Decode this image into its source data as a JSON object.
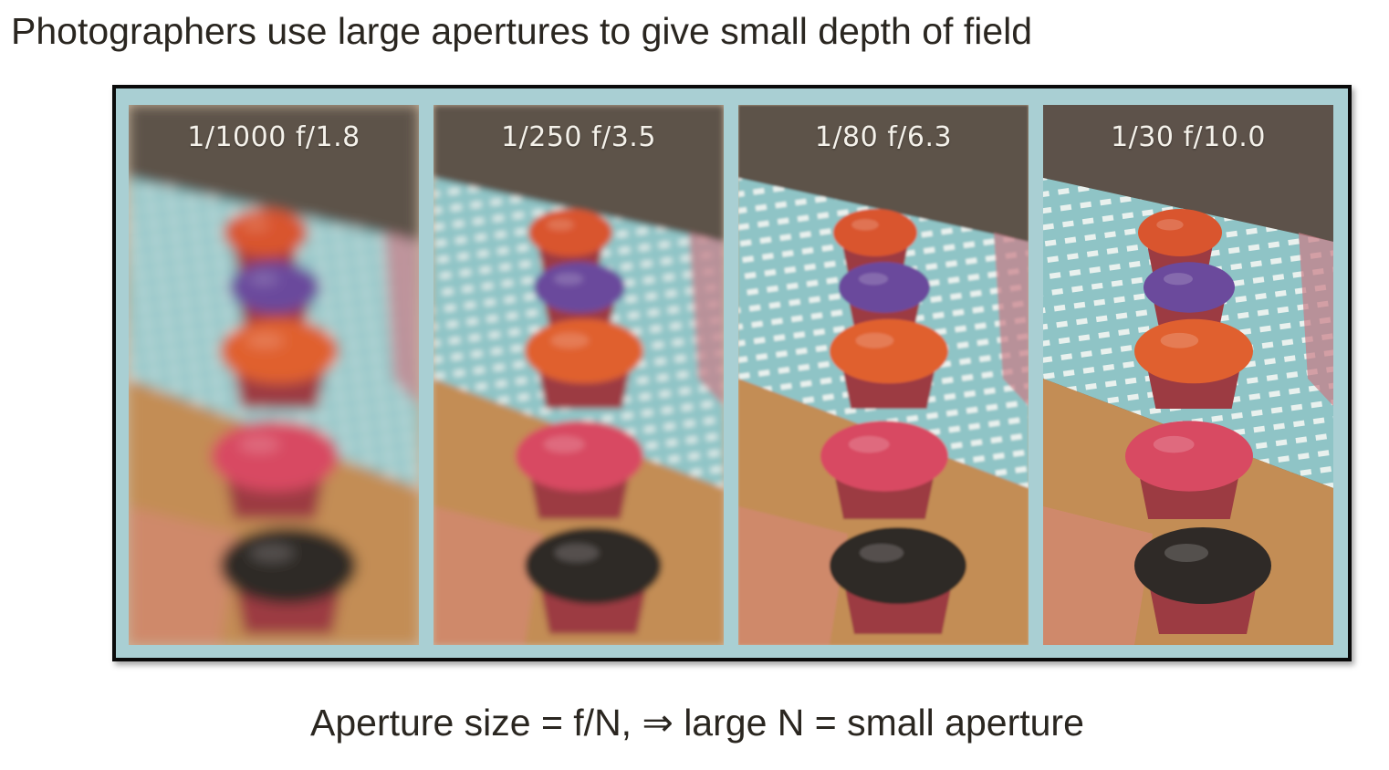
{
  "slide": {
    "title": "Photographers use large apertures to give small depth of field",
    "caption": "Aperture size = f/N, ⇒ large N = small aperture"
  },
  "panels": [
    {
      "label": "1/1000 f/1.8",
      "blur": 7
    },
    {
      "label": "1/250 f/3.5",
      "blur": 3.5
    },
    {
      "label": "1/80 f/6.3",
      "blur": 1.2
    },
    {
      "label": "1/30 f/10.0",
      "blur": 0
    }
  ],
  "colors": {
    "frame_border": "#0a0a0a",
    "frame_mat": "#a9cfd3",
    "cupcake_orange": "#d9552e",
    "cupcake_purple": "#6b4a9c",
    "cupcake_orange2": "#e0602f",
    "cupcake_pink": "#d84a62",
    "cupcake_dark": "#2f2a27"
  }
}
